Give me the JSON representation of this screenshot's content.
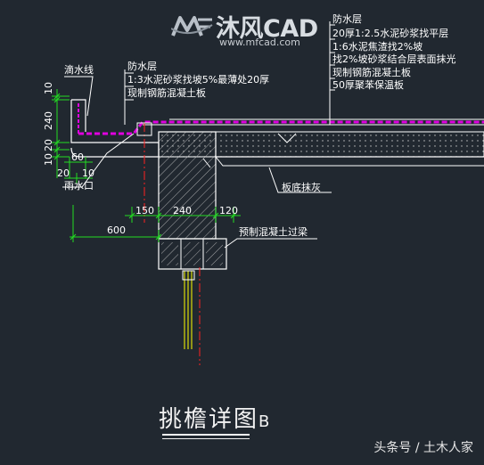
{
  "logo": {
    "name": "沐风CAD",
    "url": "www.mfcad.com",
    "mark_icon": "mf-logo-icon"
  },
  "title": {
    "text": "挑檐详图",
    "suffix": "B"
  },
  "watermark": "头条号 / 土木人家",
  "labels": {
    "drip_line": "滴水线",
    "rain_outlet": "雨水口",
    "board_plaster": "板底抹灰",
    "precast_beam": "预制混凝土过梁"
  },
  "left_notes": [
    "防水层",
    "1:3水泥砂浆找坡5%最薄处20厚",
    "现制钢筋混凝土板"
  ],
  "right_notes": [
    "防水层",
    "20厚1:2.5水泥砂浆找平层",
    "1:6水泥焦渣找2%坡",
    "找2%坡砂浆结合层表面抹光",
    "现制钢筋混凝土板",
    "50厚聚苯保温板"
  ],
  "dimensions": {
    "v_10_top": "10",
    "v_240": "240",
    "v_20": "20",
    "v_10_bottom": "10",
    "h_60": "60",
    "h_20": "20",
    "h_10": "10",
    "h_150": "150",
    "h_240": "240",
    "h_120": "120",
    "h_600": "600"
  },
  "colors": {
    "background": "#212830",
    "outline": "#ffffff",
    "dimension": "#22dd22",
    "waterproof": "#e000e0",
    "axis": "#ff2020",
    "hatch": "#c8c8c8",
    "rebar": "#ffff00",
    "note_leader": "#ffffff"
  }
}
